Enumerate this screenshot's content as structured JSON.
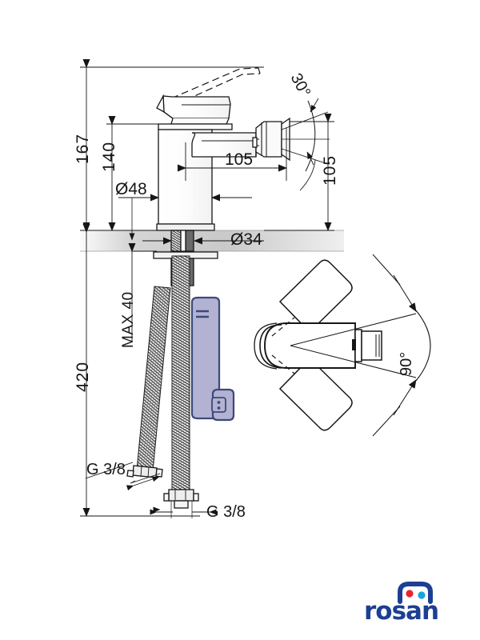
{
  "document": {
    "type": "technical-drawing",
    "subject": "Bidet mixer tap dimensional drawing",
    "background_color": "#ffffff",
    "line_color": "#161616"
  },
  "dimensions": {
    "total_height": "167",
    "body_height": "140",
    "spout_reach": "105",
    "spout_height": "105",
    "base_diameter": "Ø48",
    "hole_diameter": "Ø34",
    "max_thickness": "MAX 40",
    "hose_length": "420",
    "thread_left": "G 3/8",
    "thread_bottom": "G 3/8",
    "aerator_angle": "30°",
    "swivel_angle": "90°"
  },
  "brand": {
    "name": "rosan",
    "text_color": "#1c3f94",
    "dot_left_color": "#e8262c",
    "dot_right_color": "#18a5dd"
  },
  "parts": {
    "cartridge_color": "#b3b2d2",
    "cartridge_outline": "#3b4a7a",
    "counter_band_color": "#d9d9d9"
  }
}
